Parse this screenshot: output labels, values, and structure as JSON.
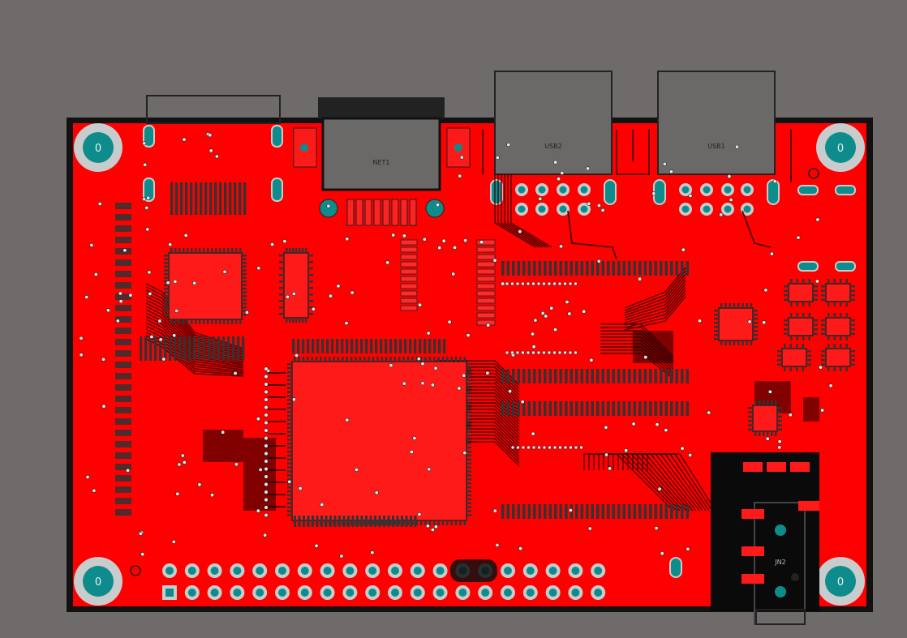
{
  "colors": {
    "background": "#6f6b6b",
    "copper": "#ff0000",
    "outline": "#1a1a1a",
    "trace": "#2b0000",
    "via": "#dfe8e8",
    "pad_fill": "#0e8c8c",
    "hole_ring": "#c8cccc"
  },
  "labels": {
    "net1": "NET1",
    "usb2": "USB2",
    "usb1": "USB1",
    "hole": "0",
    "j_label": "JN2"
  }
}
